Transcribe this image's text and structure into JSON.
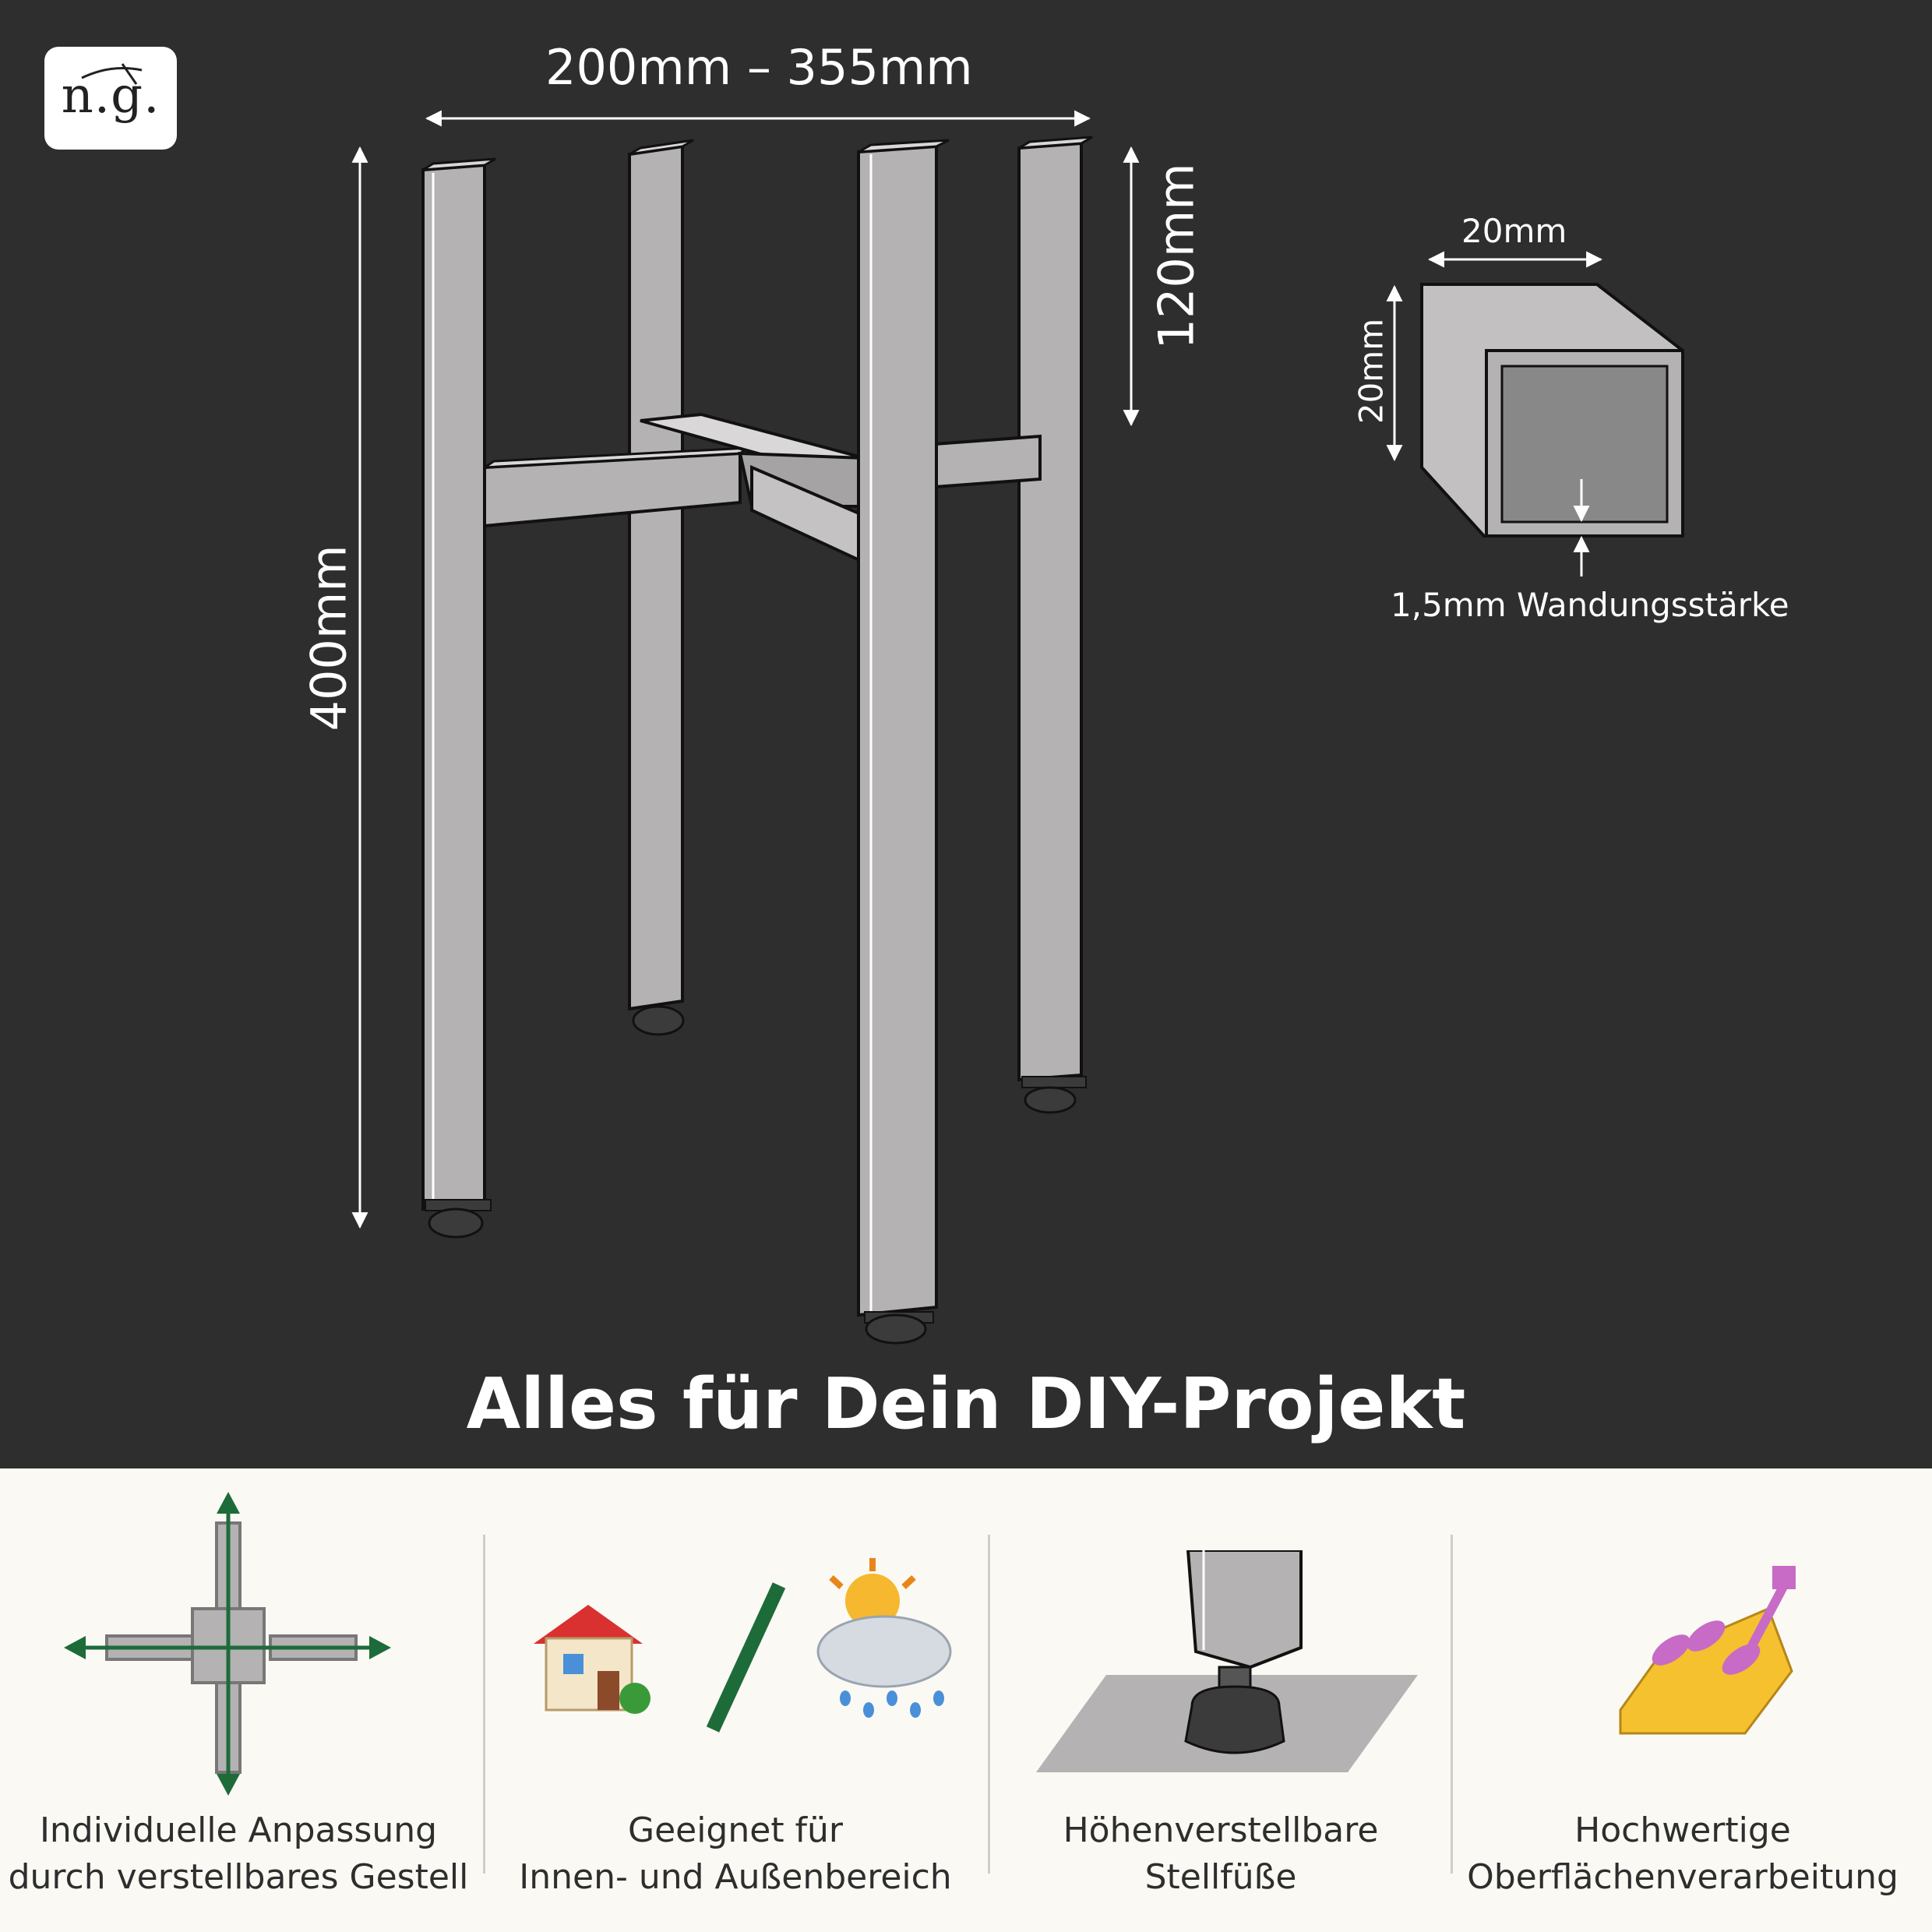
{
  "logo": {
    "text": "n.g."
  },
  "dimensions": {
    "width_range": "200mm – 355mm",
    "height_total": "400mm",
    "height_top": "120mm",
    "profile_width": "20mm",
    "profile_height": "20mm",
    "wall_thickness": "1,5mm Wandungsstärke"
  },
  "headline": "Alles für Dein DIY-Projekt",
  "colors": {
    "background_dark": "#2d2e2d",
    "background_light": "#fbf9f4",
    "accent_green": "#1e6b3a",
    "steel": "#b4b2b3"
  },
  "features": [
    {
      "icon": "adjustable-cross-icon",
      "line1": "Individuelle Anpassung",
      "line2": "durch verstellbares Gestell"
    },
    {
      "icon": "house-and-weather-icon",
      "line1": "Geeignet für",
      "line2": "Innen- und Außenbereich"
    },
    {
      "icon": "leveling-foot-icon",
      "line1": "Höhenverstellbare",
      "line2": "Stellfüße"
    },
    {
      "icon": "spray-paint-icon",
      "line1": "Hochwertige",
      "line2": "Oberflächenverarbeitung"
    }
  ]
}
